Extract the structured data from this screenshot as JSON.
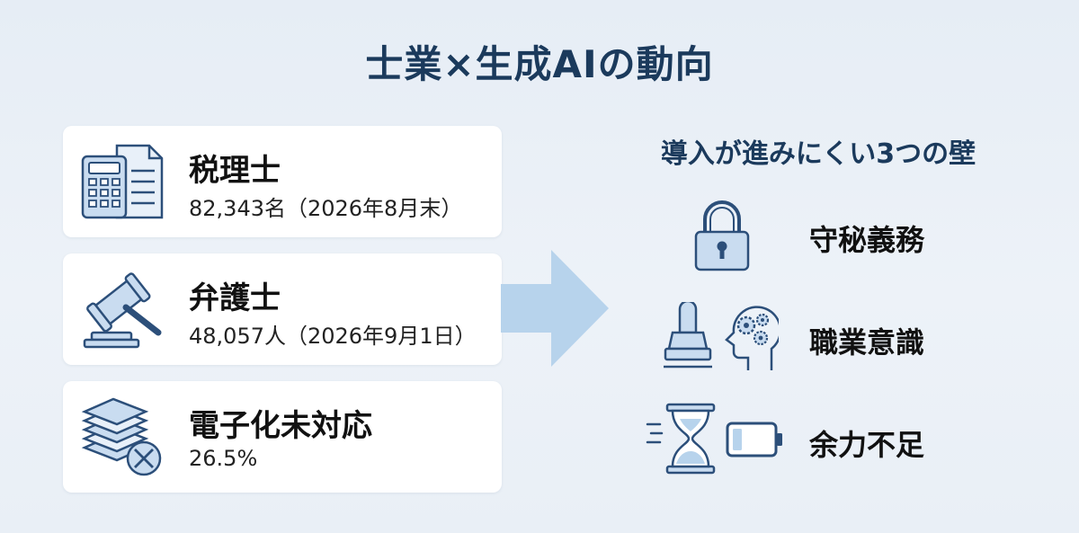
{
  "title": "士業×生成AIの動向",
  "cards": [
    {
      "heading": "税理士",
      "value": "82,343名（2026年8月末）",
      "icon": "calculator-document-icon"
    },
    {
      "heading": "弁護士",
      "value": "48,057人（2026年9月1日）",
      "icon": "gavel-icon"
    },
    {
      "heading": "電子化未対応",
      "value": "26.5%",
      "icon": "paper-stack-cross-icon"
    }
  ],
  "walls": {
    "title": "導入が進みにくい3つの壁",
    "items": [
      {
        "label": "守秘義務",
        "icons": [
          "padlock-icon"
        ]
      },
      {
        "label": "職業意識",
        "icons": [
          "stamp-icon",
          "head-gears-icon"
        ]
      },
      {
        "label": "余力不足",
        "icons": [
          "hourglass-icon",
          "low-battery-icon"
        ]
      }
    ]
  },
  "colors": {
    "accent": "#1b3a5c",
    "icon_stroke": "#2c4f7a",
    "icon_fill": "#c9dcf0",
    "arrow": "#b7d3ec"
  }
}
